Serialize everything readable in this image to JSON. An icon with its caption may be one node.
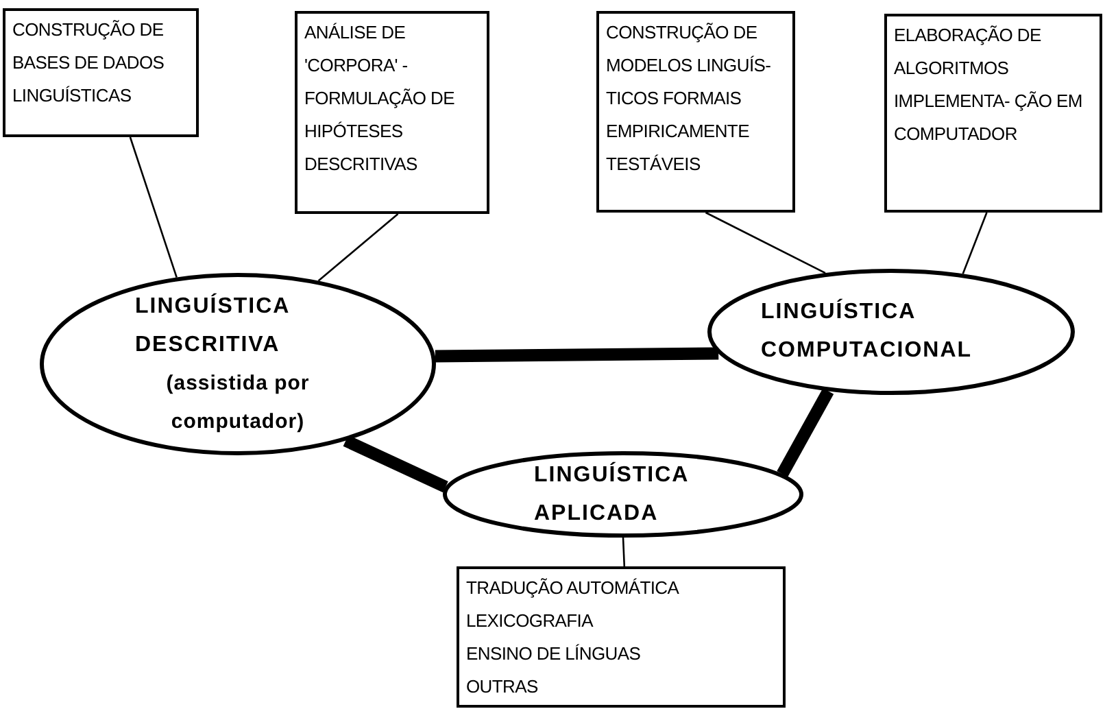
{
  "diagram": {
    "nodes": [
      {
        "text": [
          "CONSTRUÇÃO DE BASES DE DADOS LINGUÍSTICAS"
        ]
      },
      {
        "text": [
          "ANÁLISE DE 'CORPORA' - FORMULAÇÃO DE HIPÓTESES DESCRITIVAS"
        ]
      },
      {
        "text": [
          "CONSTRUÇÃO DE MODELOS LINGUÍS- TICOS FORMAIS EMPIRICAMENTE TESTÁVEIS"
        ]
      },
      {
        "text": [
          "ELABORAÇÃO DE ALGORITMOS IMPLEMENTA- ÇÃO EM COMPUTADOR"
        ]
      },
      {
        "text": [
          "LINGUÍSTICA DESCRITIVA",
          "(assistida por computador)"
        ]
      },
      {
        "text": [
          "LINGUÍSTICA COMPUTACIONAL"
        ]
      },
      {
        "text": [
          "LINGUÍSTICA APLICADA"
        ]
      },
      {
        "text": [
          "TRADUÇÃO AUTOMÁTICA",
          "LEXICOGRAFIA",
          "ENSINO DE LÍNGUAS",
          "OUTRAS"
        ]
      }
    ],
    "edges": [
      {
        "from": 0,
        "to": 4,
        "arrow": "none"
      },
      {
        "from": 1,
        "to": 4,
        "arrow": "none"
      },
      {
        "from": 2,
        "to": 5,
        "arrow": "none"
      },
      {
        "from": 3,
        "to": 5,
        "arrow": "none"
      },
      {
        "from": 4,
        "to": 5,
        "arrow": "none",
        "style": "thick"
      },
      {
        "from": 5,
        "to": 6,
        "arrow": "none",
        "style": "thick"
      },
      {
        "from": 4,
        "to": 6,
        "arrow": "none",
        "style": "thick"
      },
      {
        "from": 6,
        "to": 7,
        "arrow": "none"
      }
    ]
  }
}
